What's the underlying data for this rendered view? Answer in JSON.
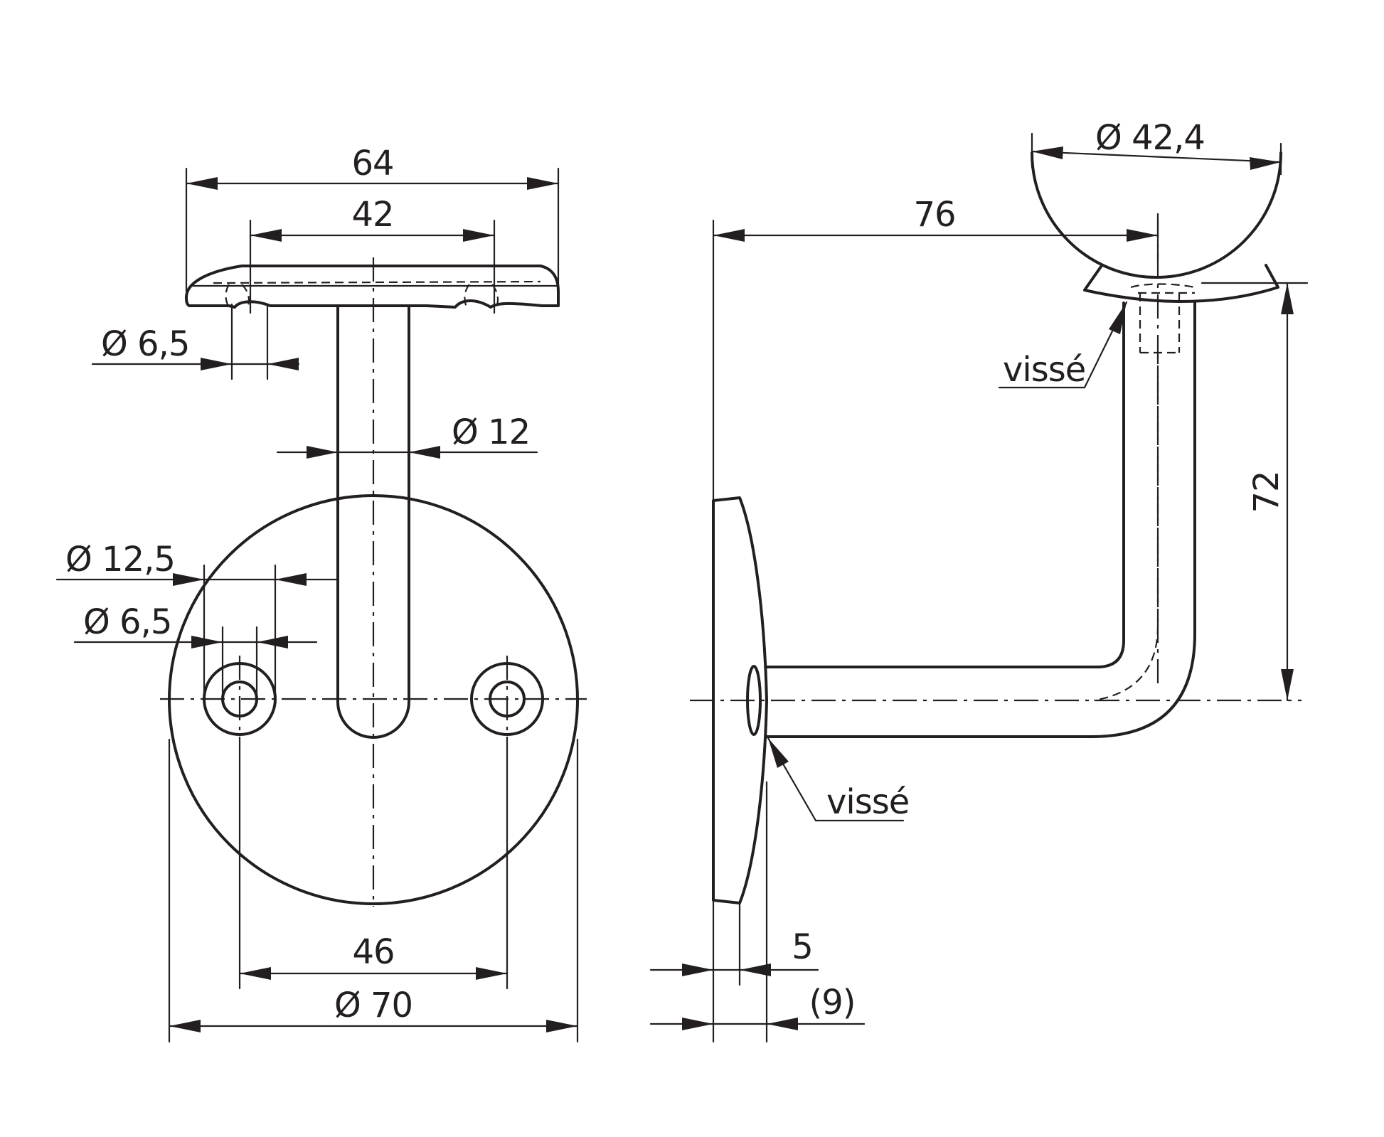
{
  "front_view": {
    "dim_width_top": "64",
    "dim_width_inner": "42",
    "dim_hole_top": "Ø 6,5",
    "dim_stem": "Ø 12",
    "dim_counterbore": "Ø 12,5",
    "dim_hole_plate": "Ø 6,5",
    "dim_hole_spacing": "46",
    "dim_plate_diameter": "Ø 70"
  },
  "side_view": {
    "dim_rail_diameter": "Ø 42,4",
    "dim_projection": "76",
    "dim_height": "72",
    "note_top": "vissé",
    "note_bottom": "vissé",
    "dim_plate_thickness": "5",
    "dim_total_thickness": "(9)"
  }
}
